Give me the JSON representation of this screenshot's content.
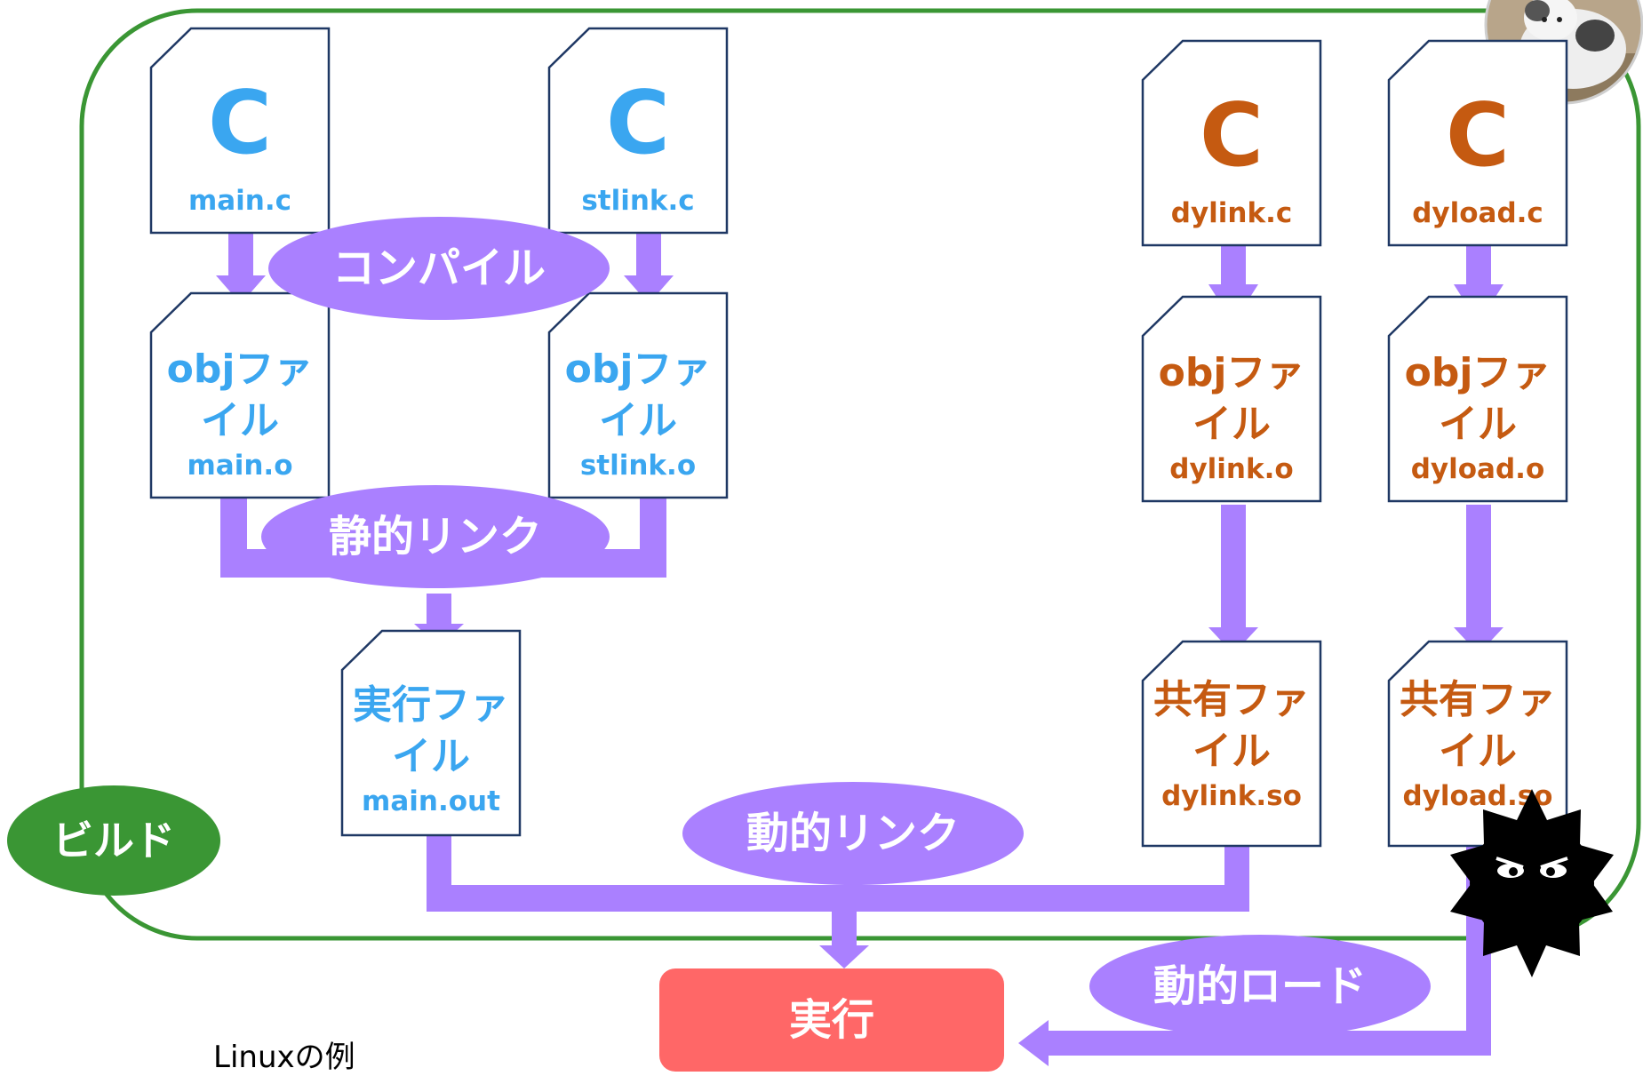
{
  "colors": {
    "build_border": "#3a9634",
    "blue": "#3aa6f0",
    "orange": "#c55a11",
    "arrow": "#aa80ff",
    "ellipse": "#aa80ff",
    "file_border": "#1f3864",
    "run_fill": "#ff6767",
    "white": "#ffffff"
  },
  "icons": {
    "cat": "cat-photo-icon",
    "virus": "virus-icon"
  },
  "labels": {
    "compile": "コンパイル",
    "static_link": "静的リンク",
    "dynamic_link": "動的リンク",
    "dynamic_load": "動的ロード",
    "build": "ビルド",
    "run": "実行",
    "caption": "Linuxの例"
  },
  "files": {
    "main_c": {
      "letter": "C",
      "name": "main.c"
    },
    "stlink_c": {
      "letter": "C",
      "name": "stlink.c"
    },
    "dylink_c": {
      "letter": "C",
      "name": "dylink.c"
    },
    "dyload_c": {
      "letter": "C",
      "name": "dyload.c"
    },
    "main_o": {
      "line1": "objファ",
      "line2": "イル",
      "name": "main.o"
    },
    "stlink_o": {
      "line1": "objファ",
      "line2": "イル",
      "name": "stlink.o"
    },
    "dylink_o": {
      "line1": "objファ",
      "line2": "イル",
      "name": "dylink.o"
    },
    "dyload_o": {
      "line1": "objファ",
      "line2": "イル",
      "name": "dyload.o"
    },
    "main_out": {
      "line1": "実行ファ",
      "line2": "イル",
      "name": "main.out"
    },
    "dylink_so": {
      "line1": "共有ファ",
      "line2": "イル",
      "name": "dylink.so"
    },
    "dyload_so": {
      "line1": "共有ファ",
      "line2": "イル",
      "name": "dyload.so"
    }
  }
}
